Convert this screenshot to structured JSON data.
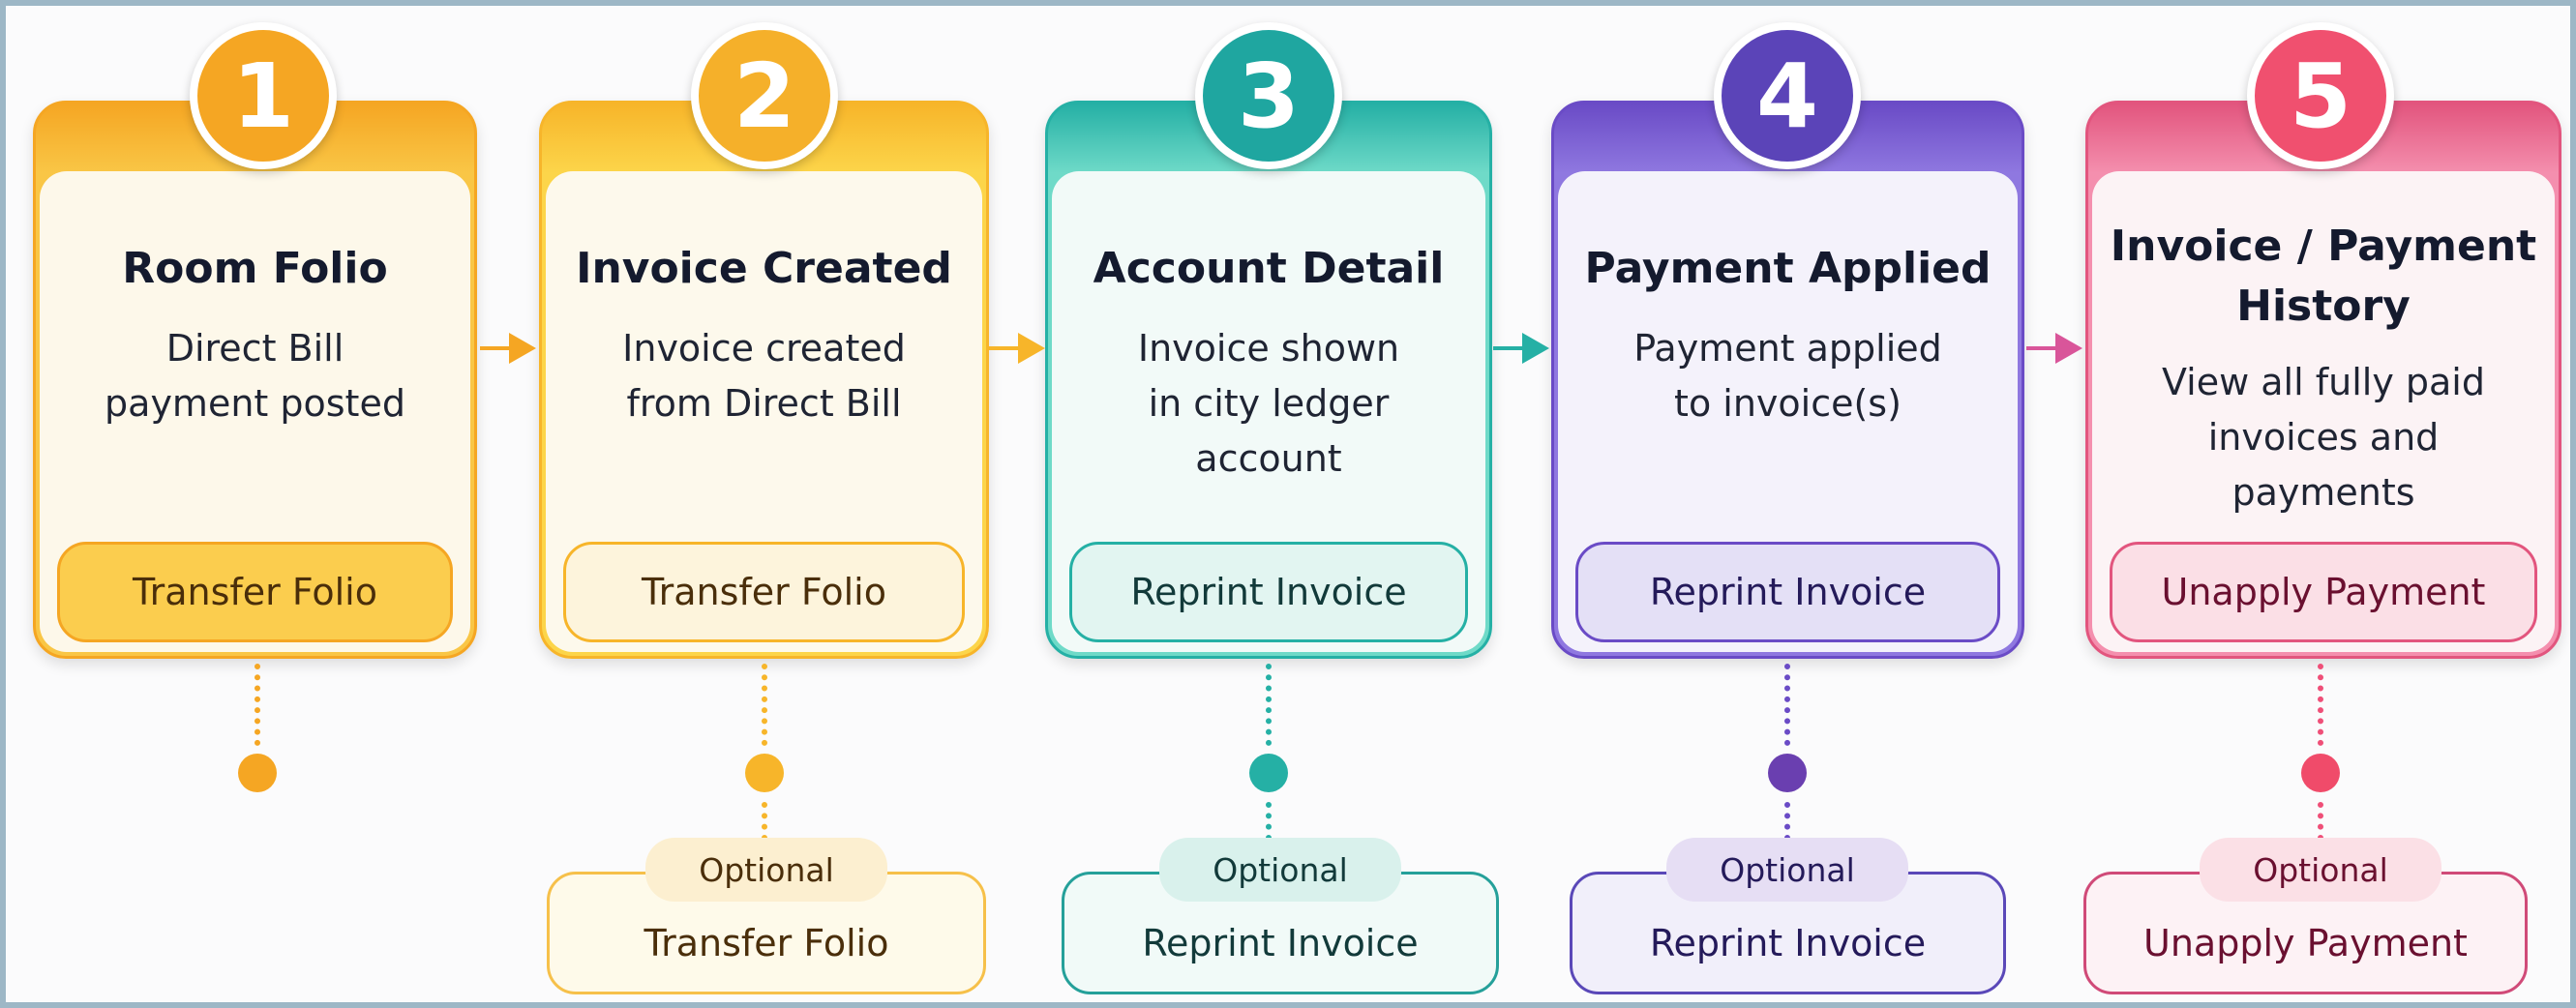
{
  "colors": {
    "orange": "#f5a623",
    "yellow": "#f8bd2c",
    "teal": "#25b0a5",
    "purple": "#6a4bc6",
    "pink": "#ef4f78"
  },
  "steps": [
    {
      "number": "1",
      "title": "Room Folio",
      "description": "Direct Bill\npayment posted",
      "action": "Transfer Folio"
    },
    {
      "number": "2",
      "title": "Invoice Created",
      "description": "Invoice created\nfrom Direct Bill",
      "action": "Transfer Folio"
    },
    {
      "number": "3",
      "title": "Account Detail",
      "description": "Invoice shown\nin city ledger\naccount",
      "action": "Reprint Invoice"
    },
    {
      "number": "4",
      "title": "Payment Applied",
      "description": "Payment applied\nto invoice(s)",
      "action": "Reprint Invoice"
    },
    {
      "number": "5",
      "title": "Invoice / Payment\nHistory",
      "description": "View all fully paid\ninvoices and\npayments",
      "action": "Unapply Payment"
    }
  ],
  "optional": [
    {
      "tag": "Optional",
      "action": "Transfer Folio"
    },
    {
      "tag": "Optional",
      "action": "Reprint Invoice"
    },
    {
      "tag": "Optional",
      "action": "Reprint Invoice"
    },
    {
      "tag": "Optional",
      "action": "Unapply Payment"
    }
  ]
}
